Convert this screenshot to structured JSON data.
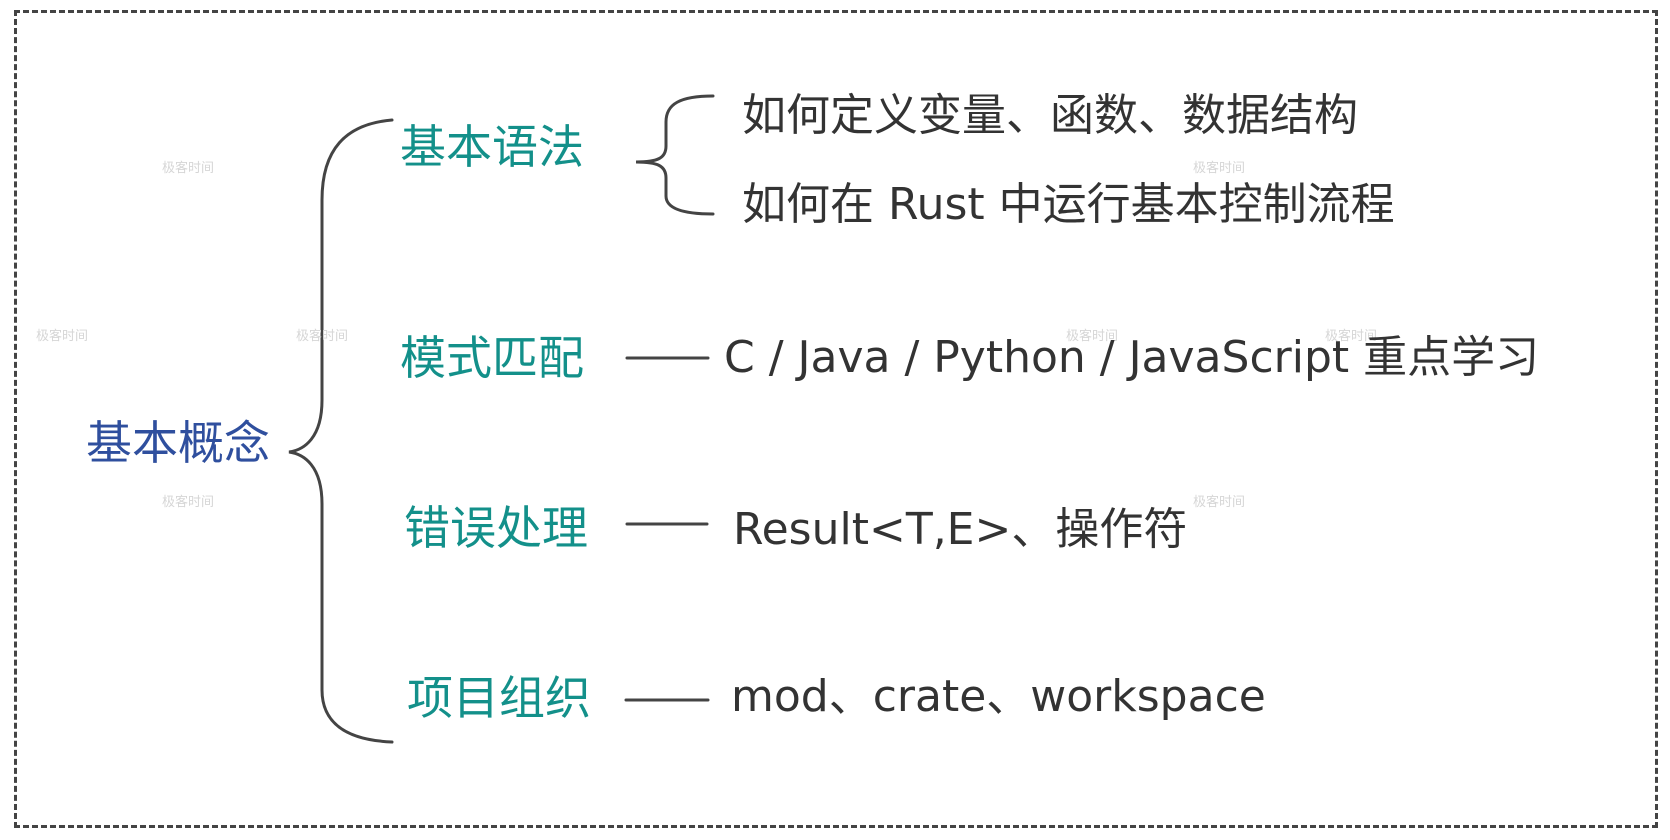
{
  "root": {
    "label": "基本概念"
  },
  "branches": [
    {
      "label": "基本语法",
      "children": [
        "如何定义变量、函数、数据结构",
        "如何在 Rust 中运行基本控制流程"
      ]
    },
    {
      "label": "模式匹配",
      "children": [
        "C / Java / Python / JavaScript 重点学习"
      ]
    },
    {
      "label": "错误处理",
      "children": [
        "Result<T,E>、操作符"
      ]
    },
    {
      "label": "项目组织",
      "children": [
        "mod、crate、workspace"
      ]
    }
  ],
  "watermark": "极客时间",
  "colors": {
    "root": "#2f4f9e",
    "branch": "#13908a",
    "leaf": "#333333",
    "line": "#444444"
  }
}
